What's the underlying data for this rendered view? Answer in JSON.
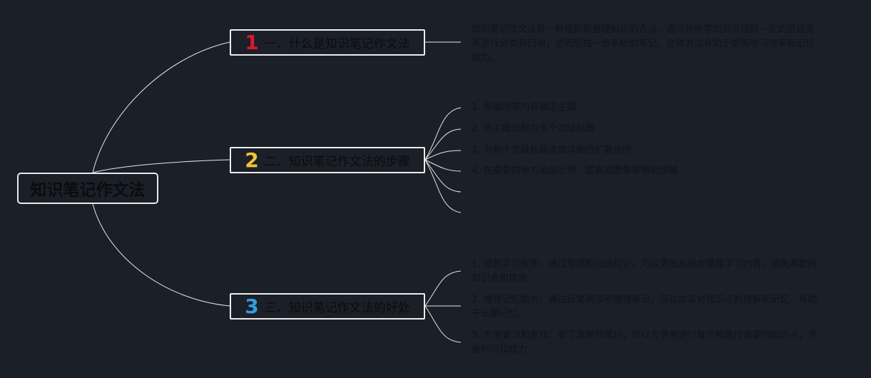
{
  "root": {
    "label": "知识笔记作文法"
  },
  "branches": [
    {
      "number": "1",
      "number_color": "#d8192a",
      "label": "一、什么是知识笔记作文法",
      "children": [
        "知识笔记作文法是一种组织和整理知识的方法，通过将所学知识点按照一定的层级关系进行分类和归纳，进而形成一份系统的笔记。这种方法有助于提高学习效率和记忆能力。"
      ]
    },
    {
      "number": "2",
      "number_color": "#f3c23a",
      "label": "二、知识笔记作文法的步骤",
      "children": [
        "1. 根据所学内容确定主题",
        "2. 将主题分解为多个次级标题",
        "3. 为每个次级标题添加详细的扩展说明",
        "4. 在需要的地方添加示例、图表或图像来帮助理解",
        "",
        ""
      ]
    },
    {
      "number": "3",
      "number_color": "#2f9fe0",
      "label": "三、知识笔记作文法的好处",
      "children": [
        "1. 提高学习效率：通过整理和归纳知识，可以更加系统地掌握学习内容，避免零散的知识点和信息。",
        "2. 增强记忆能力：通过反复阅读和整理笔记，可以加深对知识点的理解和记忆，有助于长期记忆。",
        "3. 方便复习和查找：有了清晰的笔记，可以方便地进行复习和查找需要的知识点，节省时间和精力。"
      ]
    }
  ],
  "colors": {
    "background": "#1b1f27",
    "line": "#e6e6e6",
    "text": "#0b0c0e"
  }
}
